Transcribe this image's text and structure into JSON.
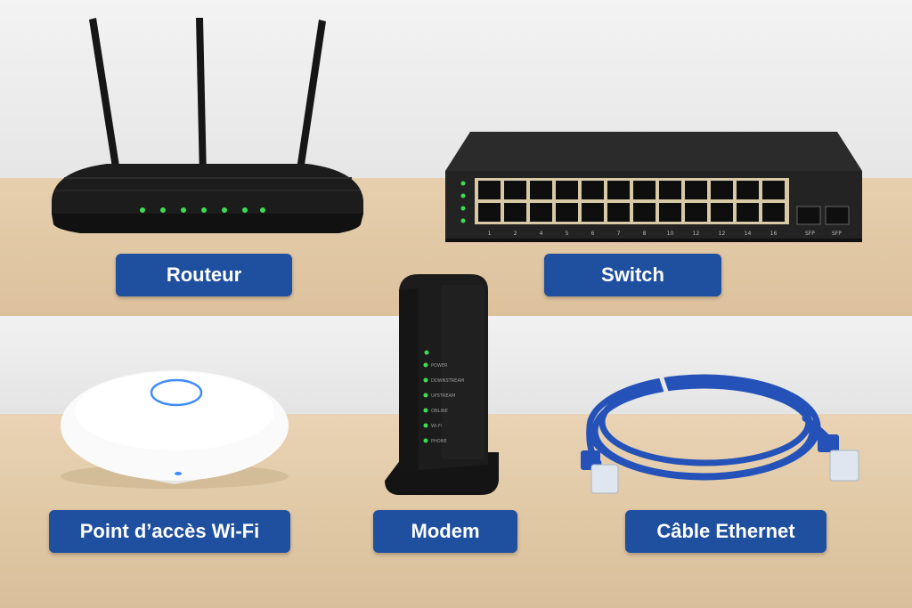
{
  "labels": {
    "router": "Routeur",
    "switch": "Switch",
    "access_point": "Point d’accès Wi-Fi",
    "modem": "Modem",
    "ethernet_cable": "Câble Ethernet"
  },
  "switch_port_numbers": [
    "1",
    "2",
    "4",
    "5",
    "6",
    "7",
    "8",
    "10",
    "12",
    "12",
    "14",
    "16"
  ],
  "switch_sfp_labels": [
    "SFP",
    "SFP"
  ],
  "modem_led_labels": [
    "POWER",
    "DOWNSTREAM",
    "UPSTREAM",
    "ONLINE",
    "Wi-Fi",
    "PHONE"
  ],
  "colors": {
    "label_bg": "#1f4f9f",
    "led_green": "#3ddc55",
    "cable_blue": "#2452b8",
    "device_black": "#1b1b1b"
  }
}
